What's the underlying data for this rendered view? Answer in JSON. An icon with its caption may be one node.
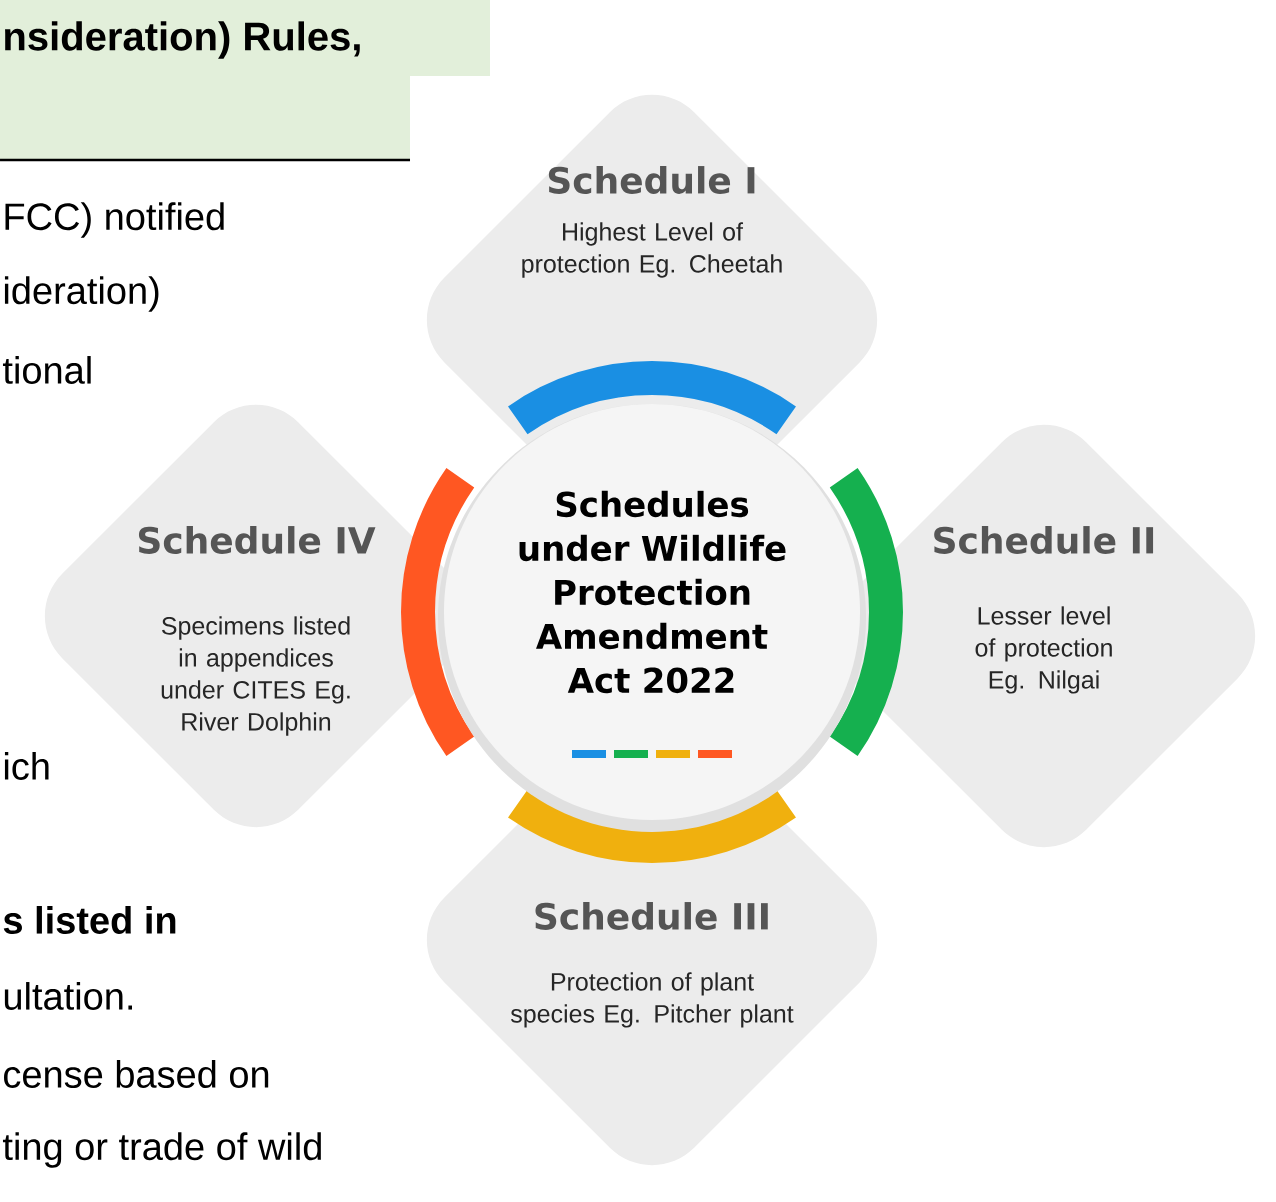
{
  "diagram": {
    "nodes": [
      {
        "text": [
          "Schedules under Wildlife Protection Amendment Act 2022"
        ]
      },
      {
        "text": [
          "Schedule I",
          "Highest Level of protection Eg. Cheetah"
        ]
      },
      {
        "text": [
          "Schedule II",
          "Lesser level of protection Eg. Nilgai"
        ]
      },
      {
        "text": [
          "Schedule III",
          "Protection of plant species Eg. Pitcher plant"
        ]
      },
      {
        "text": [
          "Schedule IV",
          "Specimens listed in appendices under CITES Eg. River Dolphin"
        ]
      }
    ],
    "labels": [
      "nsideration) Rules,",
      "FCC)  notified",
      "ideration)",
      "tional",
      "ich",
      "s listed in",
      "ultation.",
      "cense based on",
      "ting or trade of wild"
    ]
  }
}
